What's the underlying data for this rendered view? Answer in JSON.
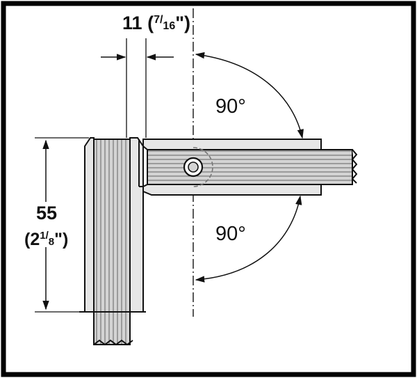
{
  "dimensions": {
    "gap": {
      "value": "11",
      "open_paren": "(",
      "frac_num": "7",
      "frac_slash": "/",
      "frac_den": "16",
      "close": "\")"
    },
    "height": {
      "value": "55",
      "open_paren": "(",
      "whole": "2",
      "frac_num": "1",
      "frac_slash": "/",
      "frac_den": "8",
      "close": "\")"
    }
  },
  "angles": {
    "upper": "90°",
    "lower": "90°"
  },
  "colors": {
    "frame": "#000000",
    "background": "#ffffff",
    "panel_fill": "#cfcfcf",
    "clamp_fill": "#dcdcdc",
    "line": "#111111"
  }
}
